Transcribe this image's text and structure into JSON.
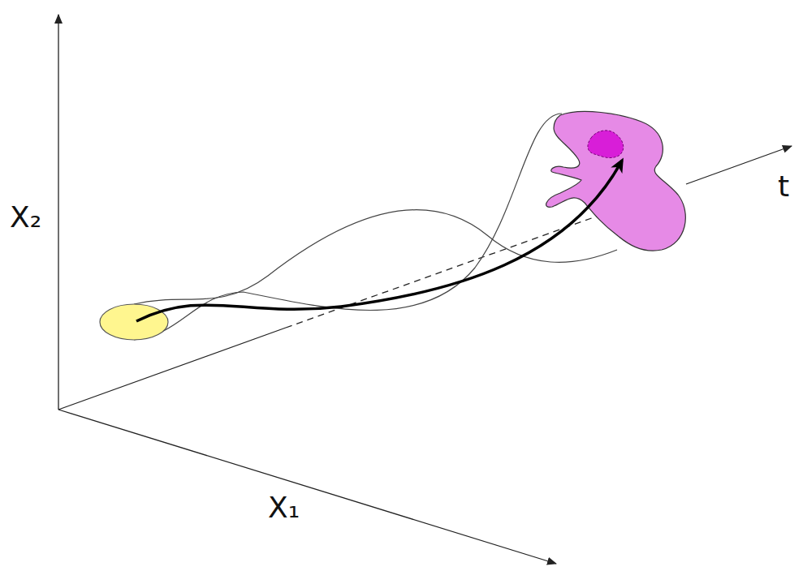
{
  "diagram": {
    "labels": [
      "X₂",
      "X₁",
      "t"
    ]
  }
}
